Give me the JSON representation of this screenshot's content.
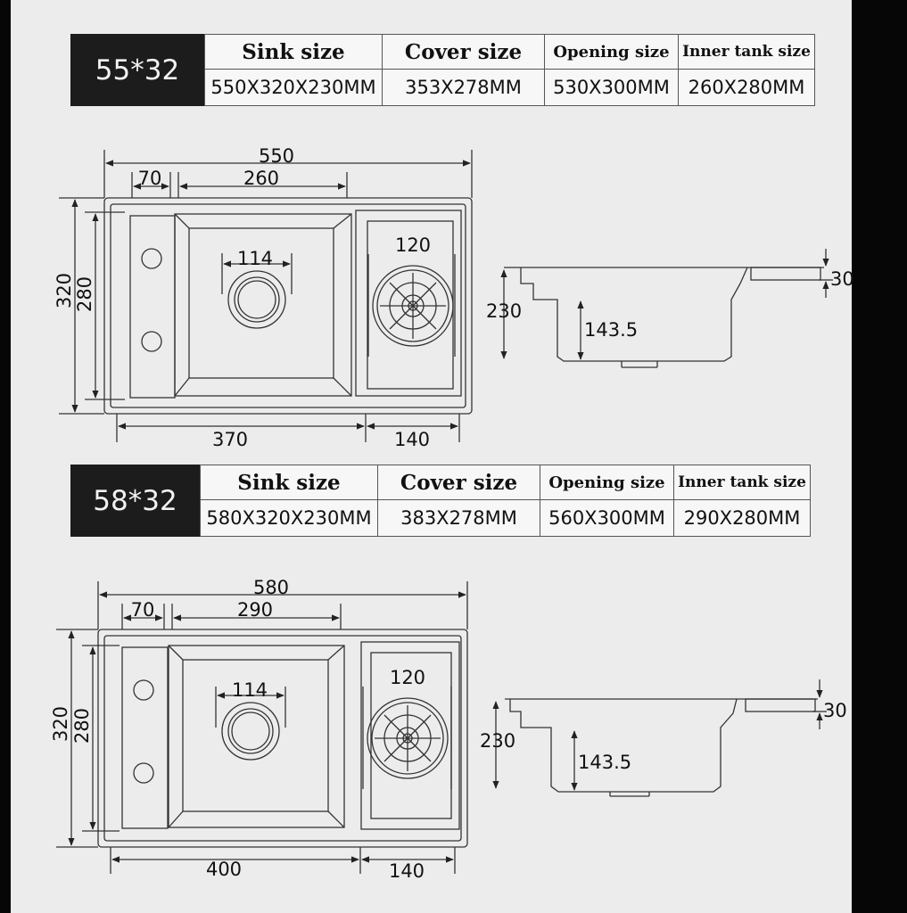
{
  "columns": [
    "Sink size",
    "Cover size",
    "Opening size",
    "Inner tank size"
  ],
  "models": [
    {
      "label": "55*32",
      "values": [
        "550X320X230MM",
        "353X278MM",
        "530X300MM",
        "260X280MM"
      ],
      "plan": {
        "total_width": "550",
        "left_strip": "70",
        "basin_width": "260",
        "height": "320",
        "inner_height": "280",
        "drain": "114",
        "filter": "120",
        "bottom_left": "370",
        "bottom_right": "140"
      },
      "section": {
        "depth": "230",
        "rim": "30",
        "inner_depth": "143.5"
      }
    },
    {
      "label": "58*32",
      "values": [
        "580X320X230MM",
        "383X278MM",
        "560X300MM",
        "290X280MM"
      ],
      "plan": {
        "total_width": "580",
        "left_strip": "70",
        "basin_width": "290",
        "height": "320",
        "inner_height": "280",
        "drain": "114",
        "filter": "120",
        "bottom_left": "400",
        "bottom_right": "140"
      },
      "section": {
        "depth": "230",
        "rim": "30",
        "inner_depth": "143.5"
      }
    }
  ]
}
